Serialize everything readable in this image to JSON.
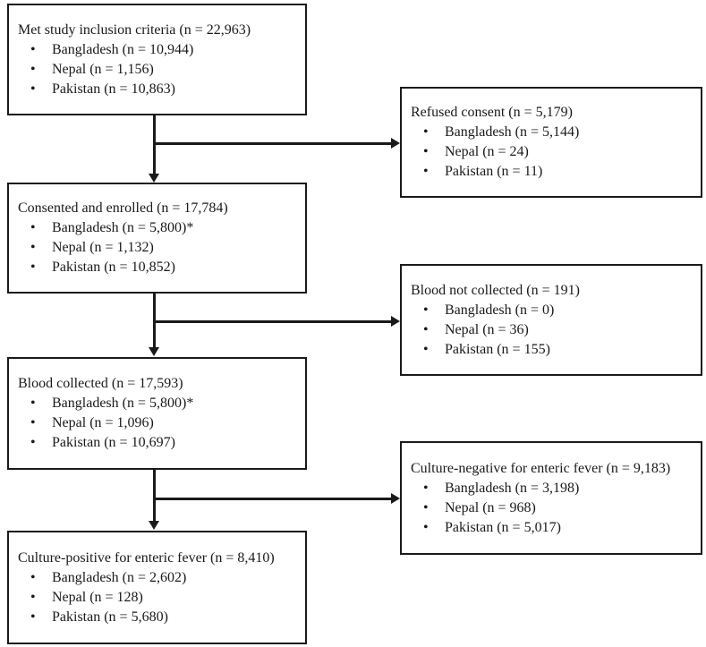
{
  "figure": {
    "background": "#ffffff",
    "ink": "#1a1a1a",
    "main_column": [
      {
        "title": "Met study inclusion criteria (n = 22,963)",
        "bullets": [
          "Bangladesh (n = 10,944)",
          "Nepal (n = 1,156)",
          "Pakistan (n = 10,863)"
        ]
      },
      {
        "title": "Consented and enrolled (n = 17,784)",
        "bullets": [
          "Bangladesh (n = 5,800)*",
          "Nepal (n = 1,132)",
          "Pakistan (n = 10,852)"
        ]
      },
      {
        "title": "Blood collected (n = 17,593)",
        "bullets": [
          "Bangladesh (n = 5,800)*",
          "Nepal (n = 1,096)",
          "Pakistan (n = 10,697)"
        ]
      },
      {
        "title": "Culture-positive for enteric fever (n = 8,410)",
        "bullets": [
          "Bangladesh (n = 2,602)",
          "Nepal (n = 128)",
          "Pakistan (n = 5,680)"
        ]
      }
    ],
    "side_column": [
      {
        "title": "Refused consent (n = 5,179)",
        "bullets": [
          "Bangladesh (n = 5,144)",
          "Nepal (n = 24)",
          "Pakistan (n = 11)"
        ]
      },
      {
        "title": "Blood not collected (n = 191)",
        "bullets": [
          "Bangladesh (n = 0)",
          "Nepal (n = 36)",
          "Pakistan (n = 155)"
        ]
      },
      {
        "title": "Culture-negative for enteric fever (n = 9,183)",
        "bullets": [
          "Bangladesh (n = 3,198)",
          "Nepal (n = 968)",
          "Pakistan (n = 5,017)"
        ]
      }
    ]
  }
}
